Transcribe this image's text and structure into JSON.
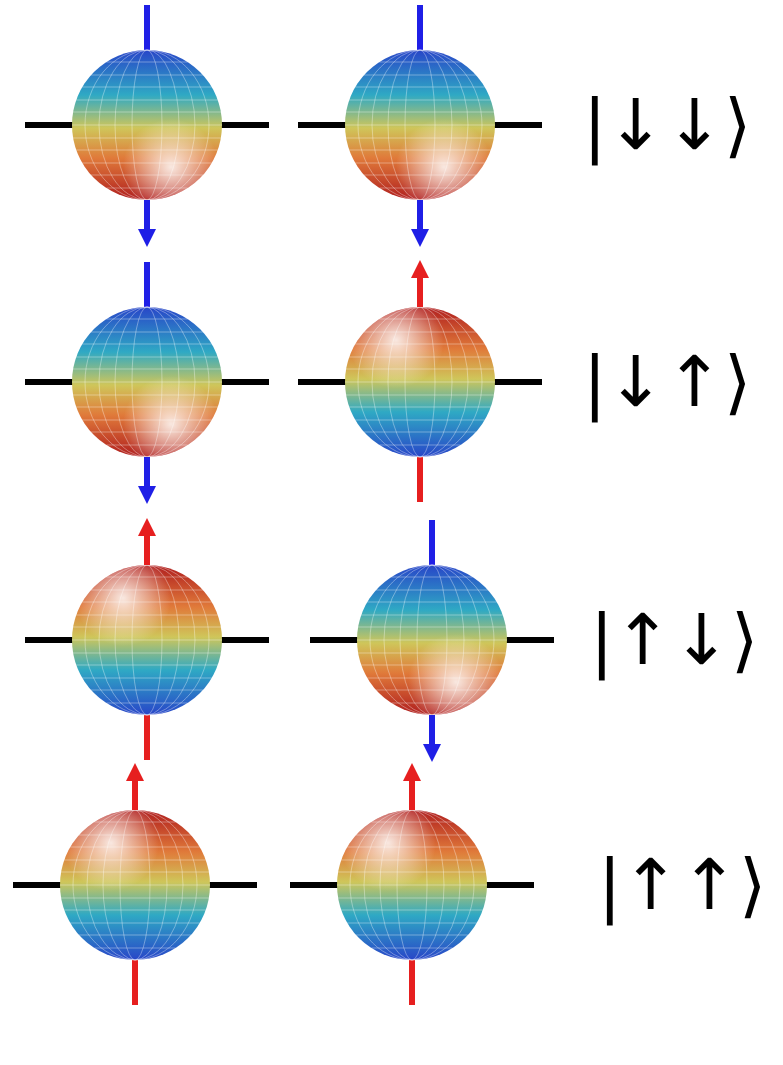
{
  "diagram": {
    "labels": [
      "|↓↓⟩",
      "|↓↑⟩",
      "|↑↓⟩",
      "|↑↑⟩"
    ]
  }
}
